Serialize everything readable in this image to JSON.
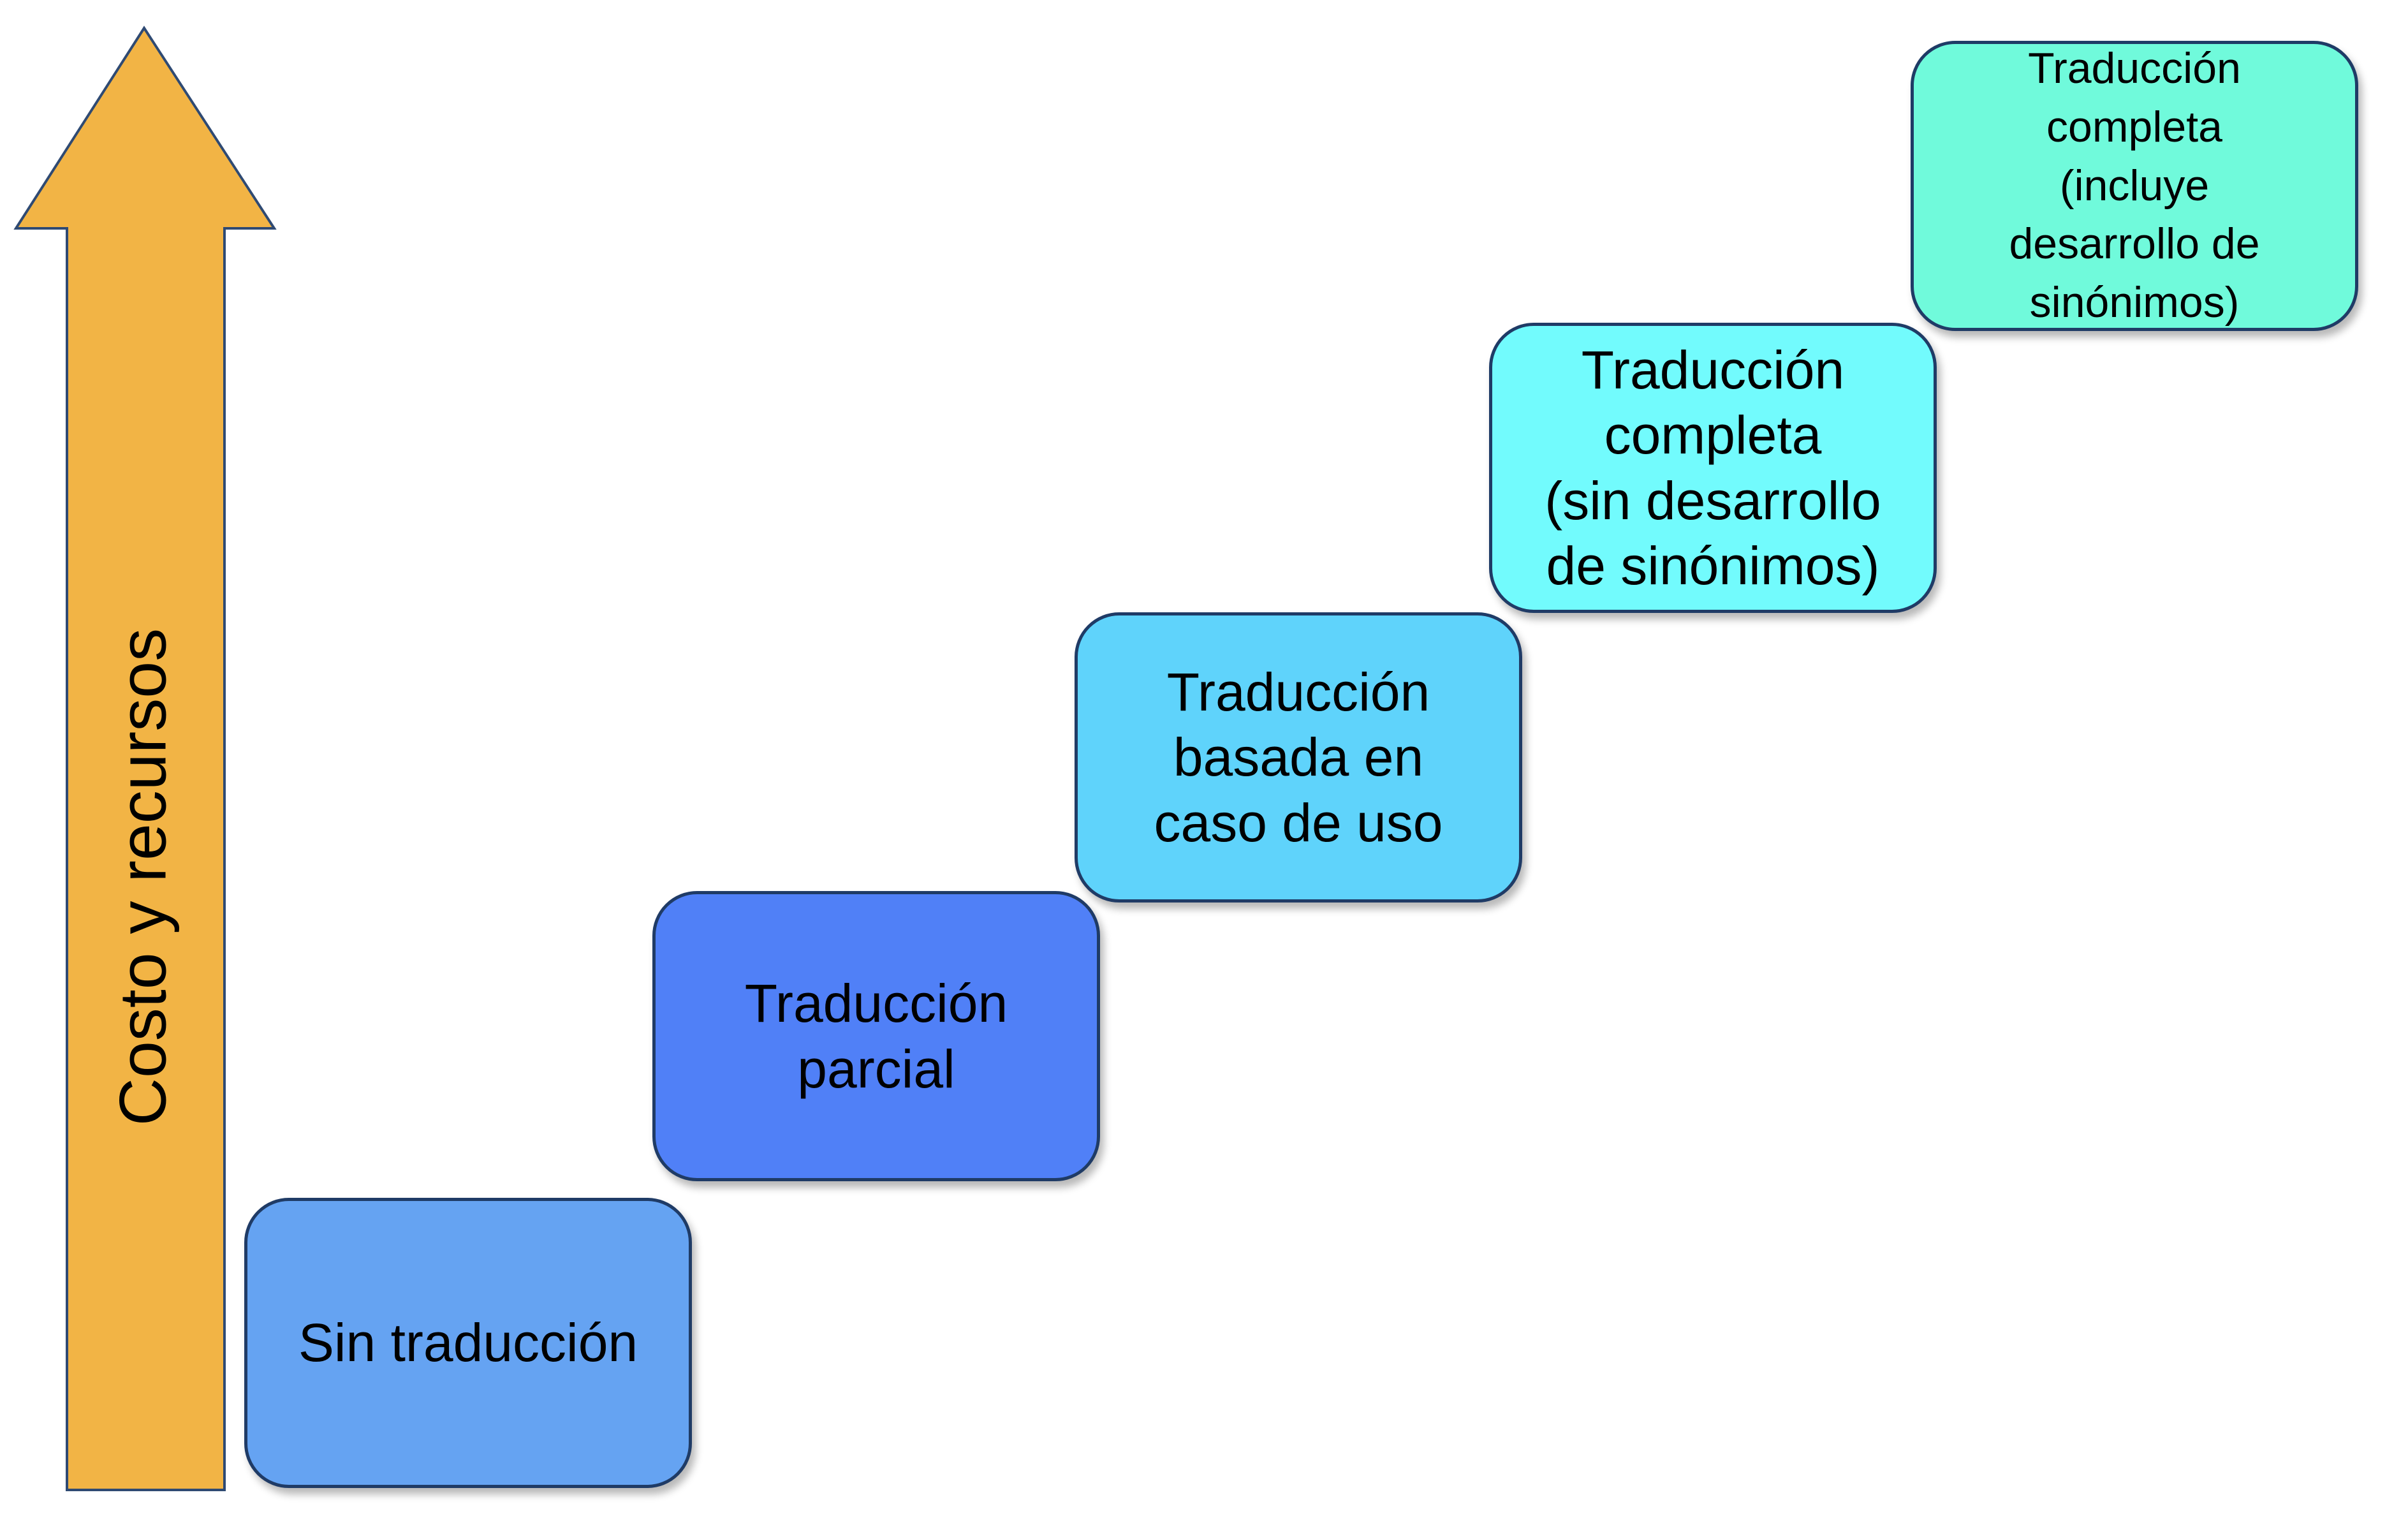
{
  "axis": {
    "label": "Costo y recursos",
    "arrow_color": "#f2b445",
    "arrow_outline": "#2f4a73"
  },
  "steps": [
    {
      "label": "Sin traducción",
      "fill": "#65a3f2"
    },
    {
      "label": "Traducción\nparcial",
      "fill": "#5080f7"
    },
    {
      "label": "Traducción\nbasada en\ncaso de uso",
      "fill": "#5fd3fb"
    },
    {
      "label": "Traducción\ncompleta\n(sin desarrollo\nde sinónimos)",
      "fill": "#72fbfd"
    },
    {
      "label": "Traducción\ncompleta\n(incluye\ndesarrollo de\nsinónimos)",
      "fill": "#70fadb"
    }
  ]
}
